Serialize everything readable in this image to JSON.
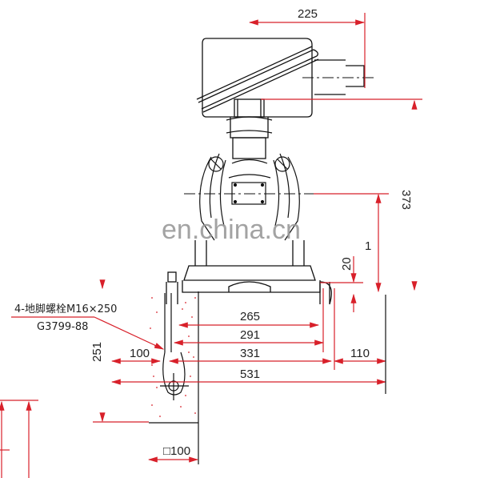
{
  "drawing": {
    "type": "mechanical installation drawing",
    "colors": {
      "outline": "#111111",
      "dimension": "#d8202a",
      "concrete_dots": "#d8202a",
      "watermark": "#9a9a9a",
      "background": "#ffffff"
    },
    "dimensions": {
      "top_width": "225",
      "right_height": "373",
      "right_partial": "1",
      "flange_height": "20",
      "d265": "265",
      "d291": "291",
      "d331": "331",
      "d531": "531",
      "left_offset": "100",
      "right_offset": "110",
      "left_vertical": "251",
      "bottom_square": "□100"
    },
    "annotations": {
      "anchor_bolt_label": "4-地脚螺栓M16×250",
      "anchor_bolt_standard": "G3799-88"
    },
    "watermark": "en.china.cn"
  }
}
